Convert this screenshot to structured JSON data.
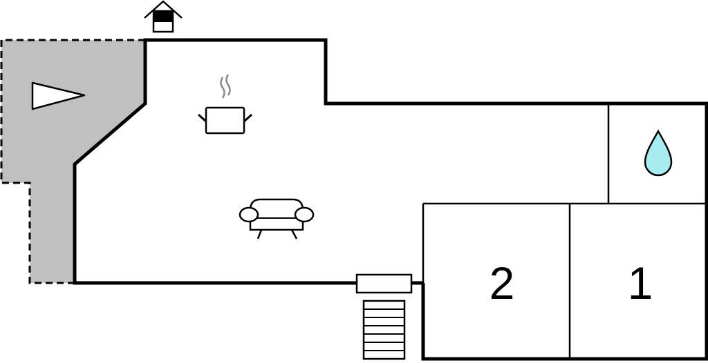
{
  "floorplan": {
    "rooms": [
      {
        "id": "bedroom-2",
        "label": "2"
      },
      {
        "id": "bedroom-1",
        "label": "1"
      }
    ],
    "icons": [
      "entrance-house-icon",
      "terrace-arrow-icon",
      "kitchen-pot-icon",
      "living-sofa-icon",
      "bathroom-water-drop-icon",
      "stairs-icon"
    ],
    "colors": {
      "wall": "#000000",
      "terrace": "#c0c0c0",
      "water": "#a6ecf0",
      "background": "#ffffff"
    }
  }
}
